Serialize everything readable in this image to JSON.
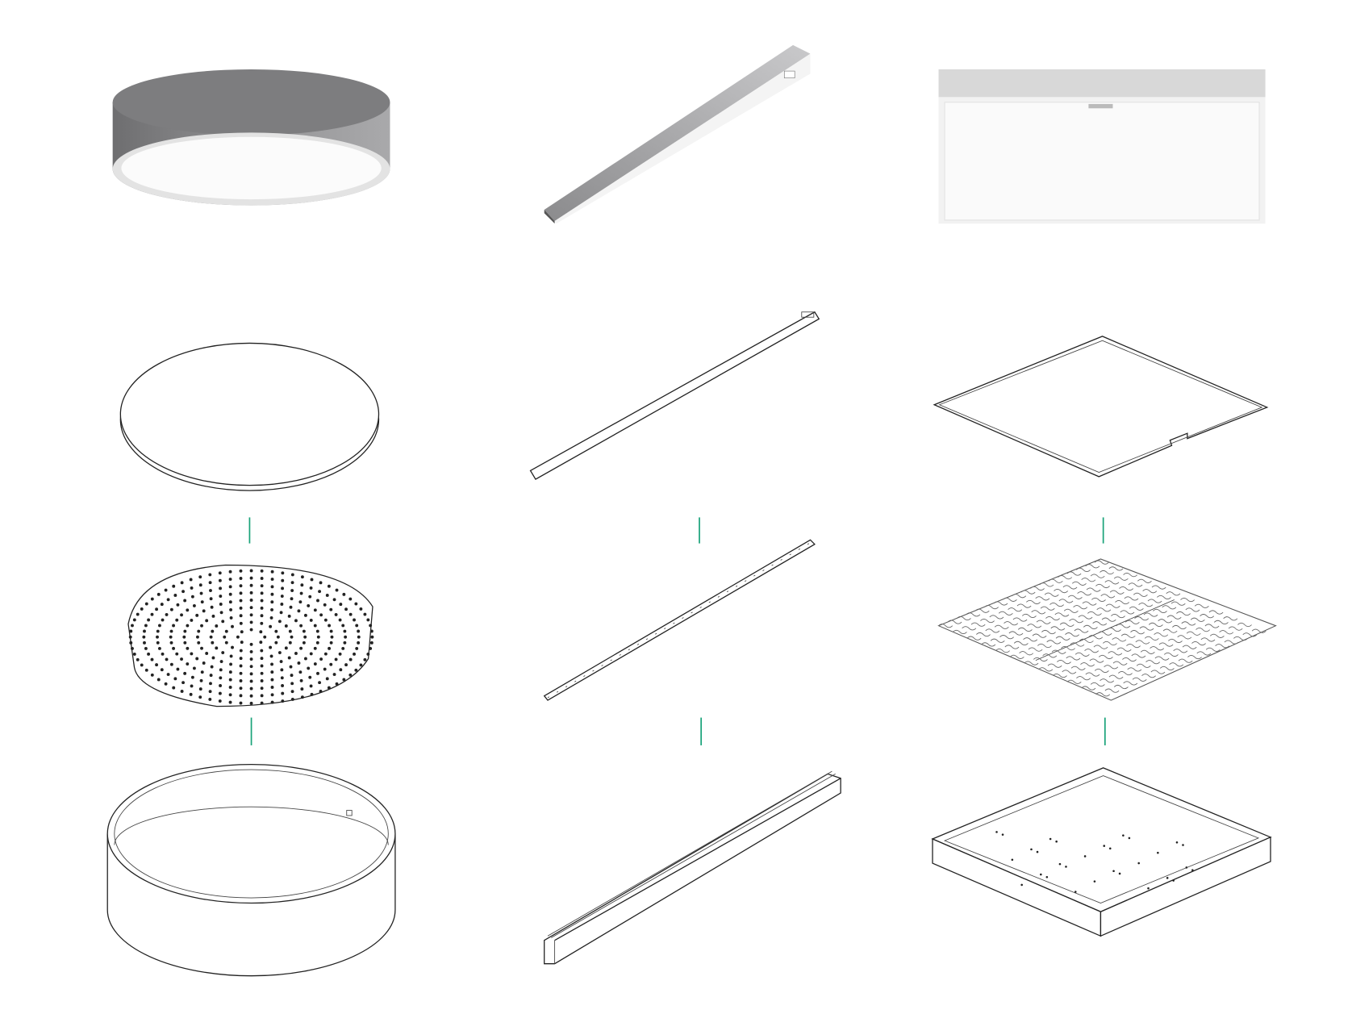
{
  "colors": {
    "background": "#ffffff",
    "connector": "#1aa37a",
    "housing_gray": "#8a8a8c",
    "diffuser_white": "#f6f6f6",
    "line_art": "#222222"
  },
  "columns": [
    {
      "product": "round-ceiling-luminaire",
      "parts": [
        "round-diffuser",
        "round-led-board",
        "round-housing-ring"
      ]
    },
    {
      "product": "linear-luminaire",
      "parts": [
        "linear-diffuser",
        "linear-led-strip",
        "linear-profile"
      ]
    },
    {
      "product": "square-panel-luminaire",
      "parts": [
        "square-diffuser",
        "square-led-grid",
        "square-housing-tray"
      ]
    }
  ]
}
